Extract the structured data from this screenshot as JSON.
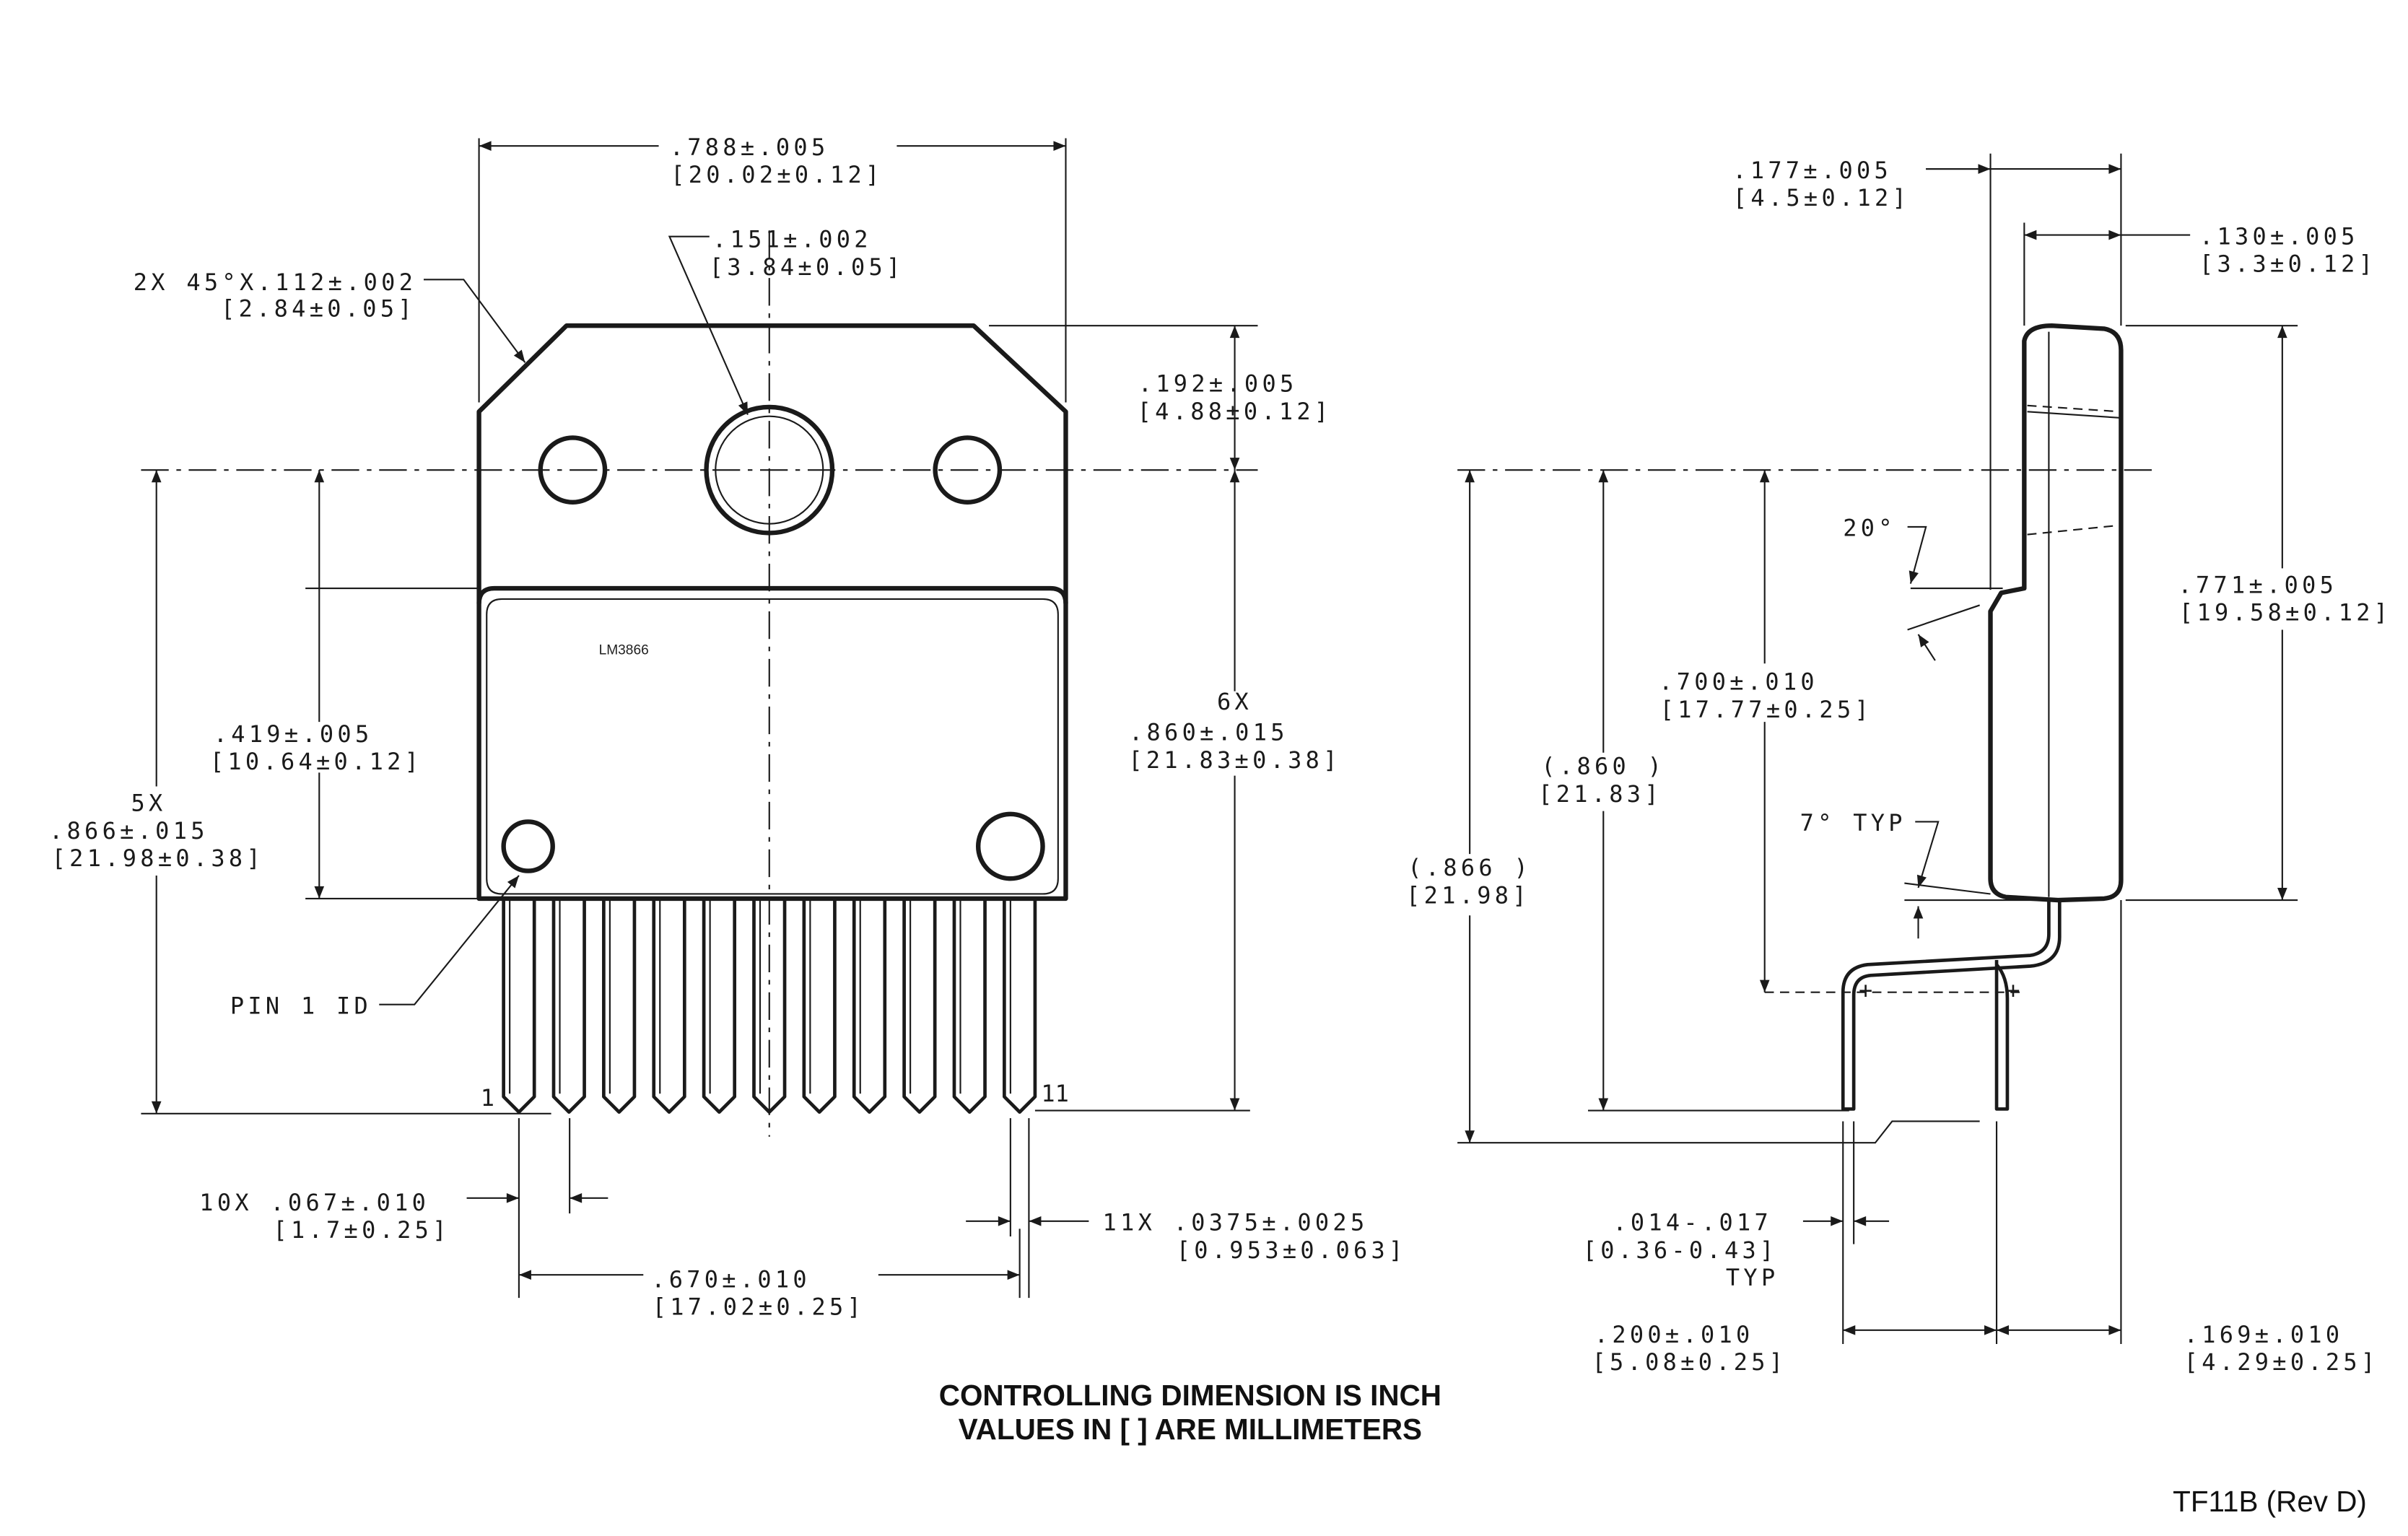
{
  "front_view": {
    "marking": "LM3866",
    "pin_first": "1",
    "pin_last": "11",
    "width_788": {
      "in": ".788±.005",
      "mm": "[20.02±0.12]"
    },
    "chamfer": {
      "in": "2X 45°X.112±.002",
      "mm": "[2.84±0.05]"
    },
    "hole_dia": {
      "in": ".151±.002",
      "mm": "[3.84±0.05]"
    },
    "tab_192": {
      "in": ".192±.005",
      "mm": "[4.88±0.12]"
    },
    "h_419": {
      "in": ".419±.005",
      "mm": "[10.64±0.12]"
    },
    "h_866": {
      "qty": "5X",
      "in": ".866±.015",
      "mm": "[21.98±0.38]"
    },
    "h_860": {
      "qty": "6X",
      "in": ".860±.015",
      "mm": "[21.83±0.38]"
    },
    "pin1_id": "PIN 1 ID",
    "lead_width": {
      "in": "10X .067±.010",
      "mm": "[1.7±0.25]"
    },
    "lead_width2": {
      "in": "11X .0375±.0025",
      "mm": "[0.953±0.063]"
    },
    "span_670": {
      "in": ".670±.010",
      "mm": "[17.02±0.25]"
    }
  },
  "side_view": {
    "w_177": {
      "in": ".177±.005",
      "mm": "[4.5±0.12]"
    },
    "w_130": {
      "in": ".130±.005",
      "mm": "[3.3±0.12]"
    },
    "angle_20": "20°",
    "h_771": {
      "in": ".771±.005",
      "mm": "[19.58±0.12]"
    },
    "h_700": {
      "in": ".700±.010",
      "mm": "[17.77±0.25]"
    },
    "ref_860": {
      "in": "(.860   )",
      "mm": "[21.83]"
    },
    "angle_7": "7° TYP",
    "ref_866": {
      "in": "(.866   )",
      "mm": "[21.98]"
    },
    "thick": {
      "in": ".014-.017",
      "mm": "[0.36-0.43]",
      "typ": "TYP"
    },
    "pitch_200": {
      "in": ".200±.010",
      "mm": "[5.08±0.25]"
    },
    "off_169": {
      "in": ".169±.010",
      "mm": "[4.29±0.25]"
    }
  },
  "notes": {
    "line1": "CONTROLLING DIMENSION IS INCH",
    "line2": "VALUES IN [ ] ARE MILLIMETERS"
  },
  "doc_id": "TF11B (Rev D)"
}
